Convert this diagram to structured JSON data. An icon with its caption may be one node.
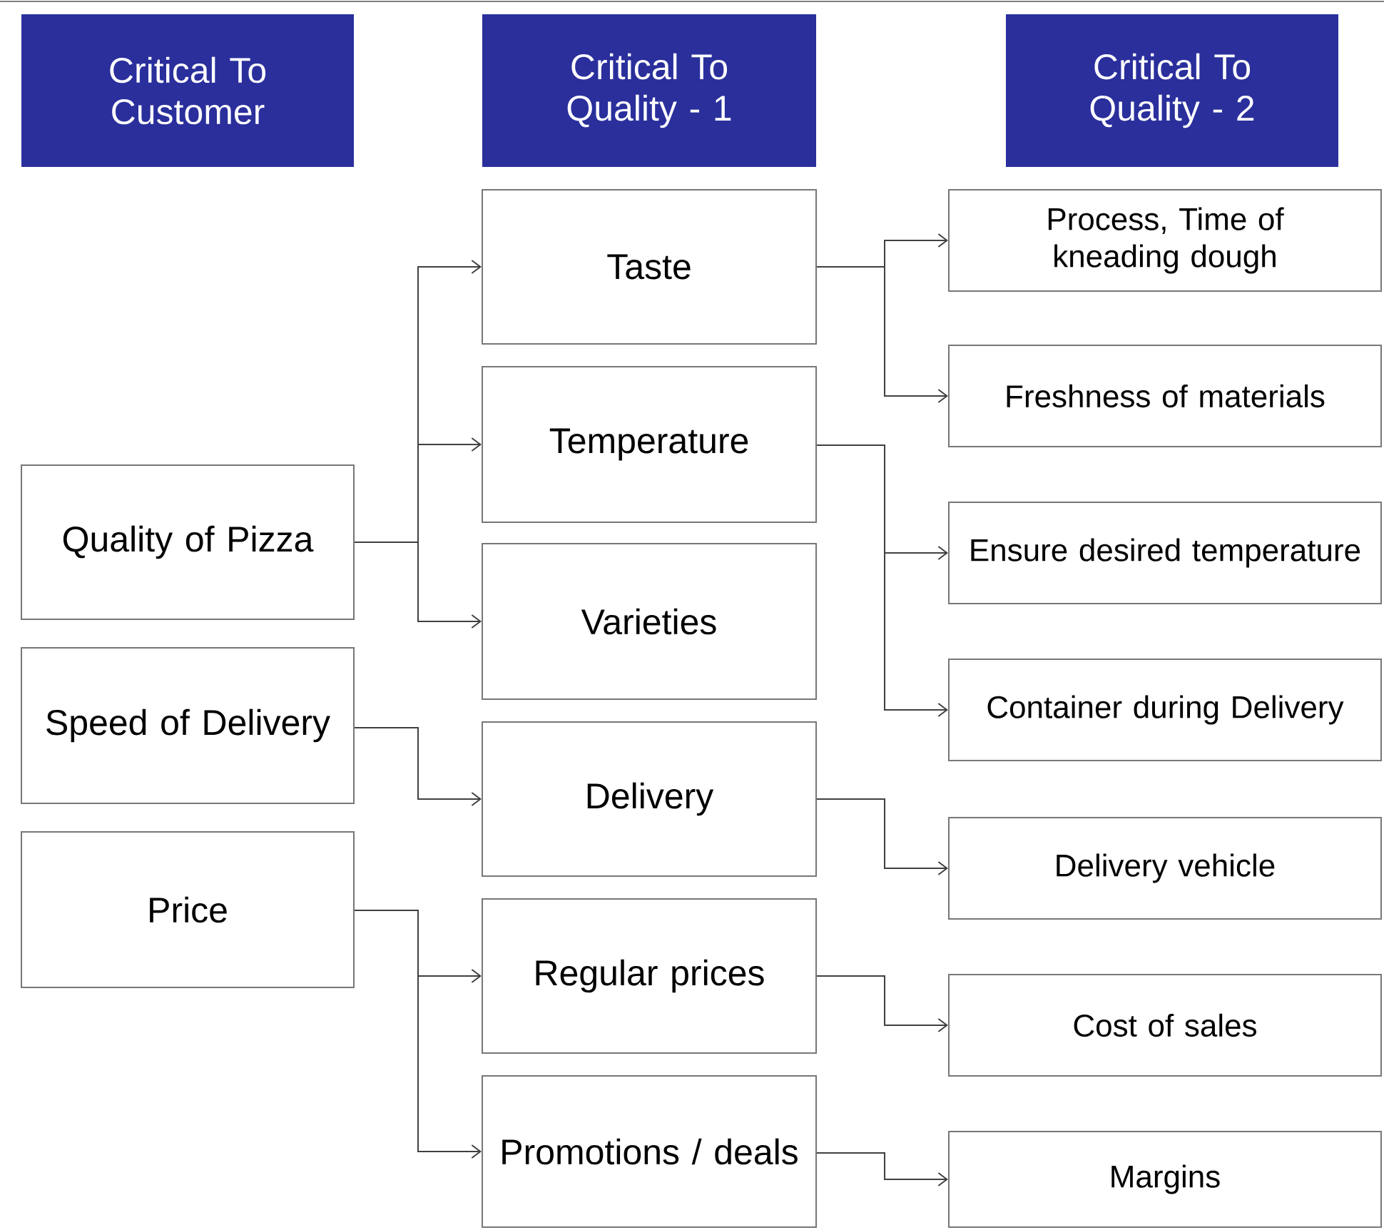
{
  "diagram": {
    "nodes": [
      {
        "text": [
          "Critical To Customer"
        ]
      },
      {
        "text": [
          "Critical To Quality - 1"
        ]
      },
      {
        "text": [
          "Critical To Quality - 2"
        ]
      },
      {
        "text": [
          "Quality of Pizza"
        ]
      },
      {
        "text": [
          "Speed of Delivery"
        ]
      },
      {
        "text": [
          "Price"
        ]
      },
      {
        "text": [
          "Taste"
        ]
      },
      {
        "text": [
          "Temperature"
        ]
      },
      {
        "text": [
          "Varieties"
        ]
      },
      {
        "text": [
          "Delivery"
        ]
      },
      {
        "text": [
          "Regular prices"
        ]
      },
      {
        "text": [
          "Promotions / deals"
        ]
      },
      {
        "text": [
          "Process, Time of kneading dough"
        ]
      },
      {
        "text": [
          "Freshness of materials"
        ]
      },
      {
        "text": [
          "Ensure desired temperature"
        ]
      },
      {
        "text": [
          "Container during Delivery"
        ]
      },
      {
        "text": [
          "Delivery vehicle"
        ]
      },
      {
        "text": [
          "Cost of sales"
        ]
      },
      {
        "text": [
          "Margins"
        ]
      }
    ],
    "edges": [
      {
        "from": 3,
        "to": 6,
        "arrow": "to"
      },
      {
        "from": 3,
        "to": 7,
        "arrow": "to"
      },
      {
        "from": 3,
        "to": 8,
        "arrow": "to"
      },
      {
        "from": 4,
        "to": 9,
        "arrow": "to"
      },
      {
        "from": 5,
        "to": 10,
        "arrow": "to"
      },
      {
        "from": 5,
        "to": 11,
        "arrow": "to"
      },
      {
        "from": 6,
        "to": 12,
        "arrow": "to"
      },
      {
        "from": 6,
        "to": 13,
        "arrow": "to"
      },
      {
        "from": 7,
        "to": 14,
        "arrow": "to"
      },
      {
        "from": 7,
        "to": 15,
        "arrow": "to"
      },
      {
        "from": 9,
        "to": 16,
        "arrow": "to"
      },
      {
        "from": 10,
        "to": 17,
        "arrow": "to"
      },
      {
        "from": 11,
        "to": 18,
        "arrow": "to"
      }
    ]
  }
}
